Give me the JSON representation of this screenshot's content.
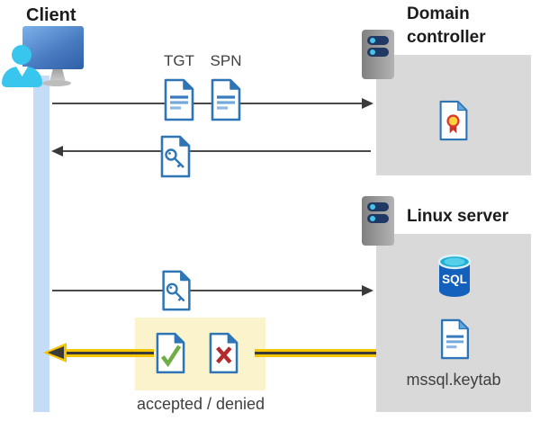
{
  "client": {
    "label": "Client"
  },
  "domain_controller": {
    "label": "Domain controller"
  },
  "linux_server": {
    "label": "Linux server",
    "sql_label": "SQL",
    "keytab_label": "mssql.keytab"
  },
  "messages": {
    "tgt": "TGT",
    "spn": "SPN",
    "result": "accepted / denied"
  },
  "icons": {
    "client": "person-at-monitor-icon",
    "servers": "server-rack-icon",
    "ticket_docs": "document-icon",
    "session_key": "key-document-icon",
    "certificate": "certificate-document-icon",
    "accepted": "check-document-icon",
    "denied": "cross-document-icon",
    "database": "sql-database-icon"
  },
  "colors": {
    "doc_blue": "#2e75b6",
    "doc_line_light": "#74a9dc",
    "zone_gray": "#d9d9d9",
    "timeline_blue": "#c5dcf7",
    "arrow_gray": "#3a3a3a",
    "accent_yellow": "#f5c500",
    "highlight_yellow": "#faf3cc",
    "check_green": "#6fae44",
    "cross_red": "#b5282c",
    "sql_body_blue": "#1361bd",
    "sql_top_cyan": "#2ab8dc",
    "person_cyan": "#38c6ee",
    "server_pill_navy": "#203864"
  }
}
